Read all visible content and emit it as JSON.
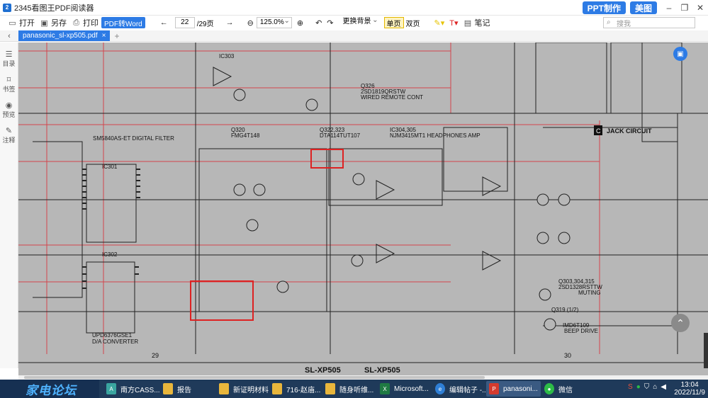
{
  "window": {
    "title": "2345看图王PDF阅读器",
    "ppt_label": "PPT制作",
    "meitu_label": "美图",
    "min_icon": "minimize-icon",
    "max_icon": "maximize-icon",
    "close_icon": "close-icon"
  },
  "toolbar": {
    "open": "打开",
    "saveas": "另存",
    "print": "打印",
    "pdf2word": "PDF转Word",
    "page_current": "22",
    "page_total": "/29页",
    "zoom": "125.0%",
    "background": "更换背景",
    "single_page": "单页",
    "double_page": "双页",
    "notes": "笔记",
    "search_placeholder": "搜我"
  },
  "tabs": [
    {
      "label": "panasonic_sl-xp505.pdf"
    }
  ],
  "leftpanel": {
    "toc": "目录",
    "bookmark": "书签",
    "preview": "预览",
    "annotation": "注释"
  },
  "document": {
    "labels": {
      "jack_circuit": "JACK CIRCUIT",
      "digital_filter": "SM5840AS-ET DIGITAL FILTER",
      "ic301": "IC301",
      "ic302": "IC302",
      "ic302_name": "UPD6376GSE1",
      "da_converter": "D/A CONVERTER",
      "ic303": "IC303",
      "ic304": "IC304,305",
      "headphone_amp": "NJM3415MT1 HEADPHONES AMP",
      "q320": "Q320",
      "fmg4t148": "FMG4T148",
      "q322_323": "Q322,323",
      "dta": "DTA114TUT107",
      "q303_304": "Q303,304,315",
      "q303_part": "2SD1328RSTTW",
      "muting": "MUTING",
      "q319": "Q319 (1/2)",
      "imd6t109": "IMD6T109",
      "beep_drive": "BEEP DRIVE",
      "page_29": "29",
      "page_30": "30",
      "model_left": "SL-XP505",
      "model_right": "SL-XP505",
      "wired_remote": "WIRED REMOTE CONT",
      "q326": "Q326",
      "q326_part": "2SD1819QRSTW"
    }
  },
  "taskbar": {
    "logo": "家电论坛",
    "tasks": [
      "南方CASS...",
      "报告",
      "新证明材料",
      "716-赵庙...",
      "随身听维...",
      "Microsoft...",
      "编辑帖子 -...",
      "panasoni...",
      "微信"
    ],
    "time": "13:04",
    "date": "2022/11/9"
  }
}
